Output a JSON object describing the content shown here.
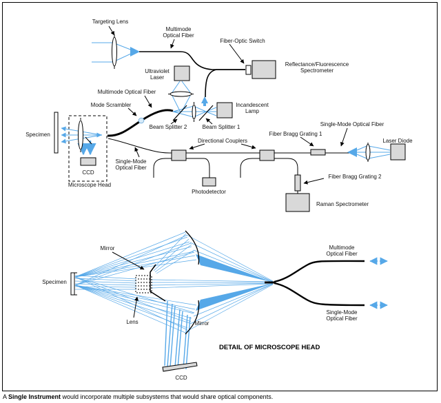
{
  "colors": {
    "beam": "#56a8e8",
    "component_fill": "#d9d9d9",
    "line": "#000000"
  },
  "labels": {
    "targeting_lens": "Targeting Lens",
    "multimode_fiber_top": {
      "l1": "Multimode",
      "l2": "Optical Fiber"
    },
    "fiber_optic_switch": "Fiber-Optic Switch",
    "reflectance_spectrometer": {
      "l1": "Reflectance/Fluorescence",
      "l2": "Spectrometer"
    },
    "ultraviolet_laser": {
      "l1": "Ultraviolet",
      "l2": "Laser"
    },
    "multimode_fiber_mid": "Multimode Optical Fiber",
    "mode_scrambler": "Mode Scrambler",
    "specimen_top": "Specimen",
    "beam_splitter_2": "Beam Splitter 2",
    "beam_splitter_1": "Beam Splitter 1",
    "incandescent_lamp": {
      "l1": "Incandescent",
      "l2": "Lamp"
    },
    "directional_couplers": "Directional Couplers",
    "single_mode_fiber_right": "Single-Mode Optical Fiber",
    "fiber_bragg_grating_1": "Fiber Bragg Grating 1",
    "laser_diode": "Laser Diode",
    "single_mode_fiber_left": {
      "l1": "Single-Mode",
      "l2": "Optical Fiber"
    },
    "photodetector": "Photodetector",
    "fiber_bragg_grating_2": "Fiber Bragg Grating 2",
    "raman_spectrometer": "Raman Spectrometer",
    "ccd_top": "CCD",
    "microscope_head": "Microscope Head",
    "mirror_upper": "Mirror",
    "specimen_bottom": "Specimen",
    "lens_bottom": "Lens",
    "mirror_lower": "Mirror",
    "multimode_fiber_bottom": {
      "l1": "Multimode",
      "l2": "Optical Fiber"
    },
    "single_mode_fiber_bottom": {
      "l1": "Single-Mode",
      "l2": "Optical Fiber"
    },
    "ccd_bottom": "CCD",
    "detail_title": "DETAIL OF MICROSCOPE HEAD"
  },
  "caption": {
    "prefix": "A ",
    "bold": "Single Instrument",
    "rest": " would incorporate multiple subsystems that would share optical components."
  }
}
